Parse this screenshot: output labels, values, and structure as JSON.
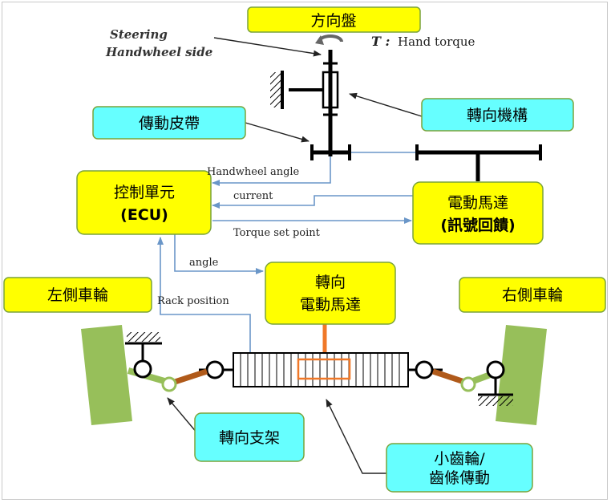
{
  "labels": {
    "steering_wheel": "方向盤",
    "steering_mechanism": "轉向機構",
    "belt": "傳動皮帶",
    "ecu_line1": "控制單元",
    "ecu_line2": "(ECU)",
    "motor_line1": "電動馬達",
    "motor_line2": "(訊號回饋)",
    "steer_motor_line1": "轉向",
    "steer_motor_line2": "電動馬達",
    "left_wheel": "左側車輪",
    "right_wheel": "右側車輪",
    "bracket": "轉向支架",
    "pinion_line1": "小齒輪/",
    "pinion_line2": "齒條傳動"
  },
  "annotations": {
    "steering_side_line1": "Steering",
    "steering_side_line2": "Handwheel side",
    "torque_symbol": "T :",
    "torque_text": "Hand torque",
    "handwheel_angle": "Handwheel angle",
    "current": "current",
    "torque_set_point": "Torque set point",
    "angle": "angle",
    "rack_position": "Rack position"
  },
  "colors": {
    "yellow_box": "#ffff00",
    "cyan_box": "#66ffff",
    "box_border": "#7aa33a",
    "signal_line": "#6a96c8",
    "wheel": "#97bf5a",
    "rod": "#b05a1a",
    "motor_orange": "#f07828"
  }
}
